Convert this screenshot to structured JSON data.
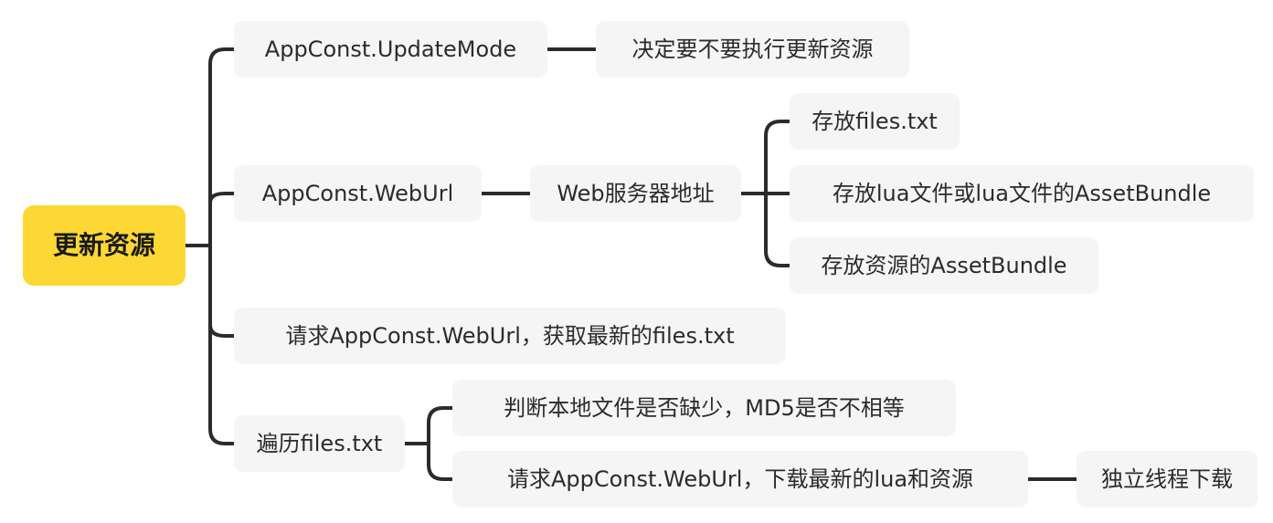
{
  "root": {
    "label": "更新资源"
  },
  "branches": {
    "update_mode": {
      "label": "AppConst.UpdateMode",
      "detail": "决定要不要执行更新资源"
    },
    "web_url": {
      "label": "AppConst.WebUrl",
      "server": "Web服务器地址",
      "children": [
        "存放files.txt",
        "存放lua文件或lua文件的AssetBundle",
        "存放资源的AssetBundle"
      ]
    },
    "request": {
      "label": "请求AppConst.WebUrl，获取最新的files.txt"
    },
    "traverse": {
      "label": "遍历files.txt",
      "children": [
        "判断本地文件是否缺少，MD5是否不相等",
        "请求AppConst.WebUrl，下载最新的lua和资源"
      ],
      "download_note": "独立线程下载"
    }
  },
  "colors": {
    "root_fill": "#fdd835",
    "node_fill": "#f5f5f5",
    "line": "#2b2b2b",
    "text": "#2b2b2b"
  }
}
